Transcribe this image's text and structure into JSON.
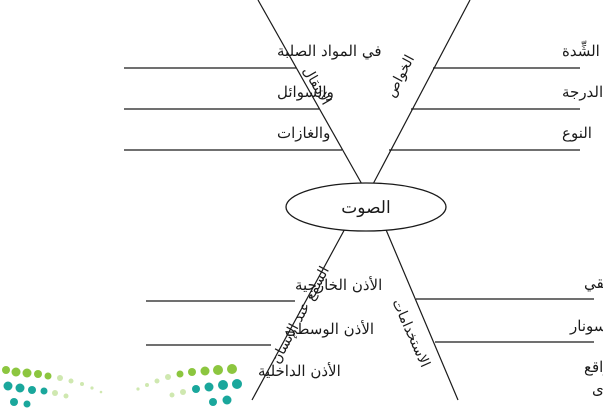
{
  "center_label": "الصوت",
  "branches": {
    "top_left": {
      "title": "الانتقال",
      "items": [
        "في المواد الصلبة",
        "والسوائل",
        "والغازات"
      ]
    },
    "top_right": {
      "title": "الخواص",
      "items": [
        "الشِّدة",
        "الدرجة",
        "النوع"
      ]
    },
    "bottom_left": {
      "title": "السمع عند الإنسان",
      "items": [
        "الأذن الخارجية",
        "الأذن الوسطى",
        "الأذن الداخلية"
      ]
    },
    "bottom_right": {
      "title": "الاستخدامات",
      "items": [
        "التصوير فوق الطبقي",
        "السونار",
        "تحديد المواقع",
        "باستخدام الصدى"
      ]
    }
  },
  "colors": {
    "line": "#1a1a1a",
    "text": "#1a1a1a",
    "logo_green": "#8cc63f",
    "logo_teal": "#1aa79c",
    "logo_light": "#cfe8b0"
  }
}
